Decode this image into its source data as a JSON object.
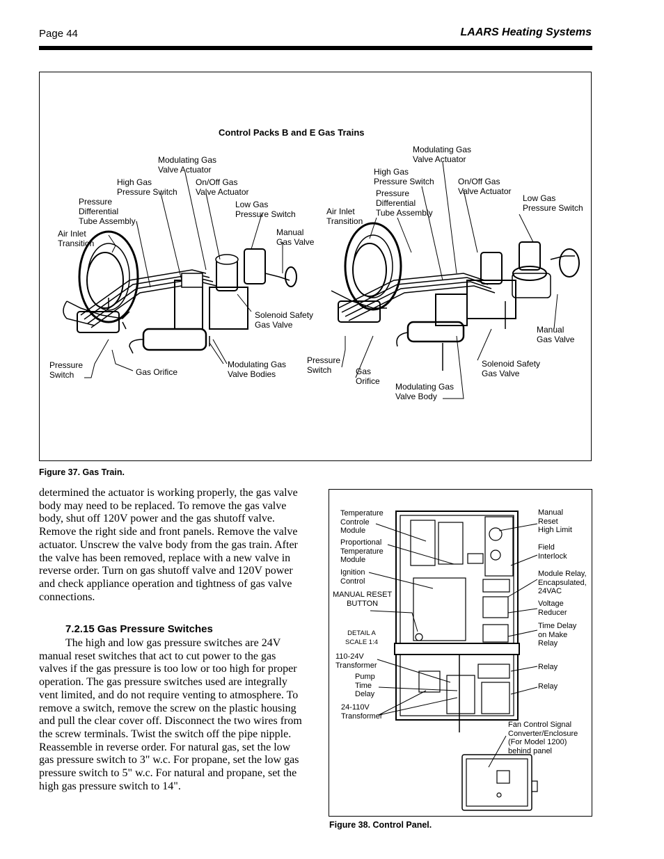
{
  "header": {
    "page_number": "Page 44",
    "brand": "LAARS Heating Systems"
  },
  "figure37": {
    "title": "Control Packs B and E Gas Trains",
    "caption": "Figure 37. Gas Train.",
    "left_labels": {
      "modulating_actuator": [
        "Modulating Gas",
        "Valve Actuator"
      ],
      "high_gas_switch": [
        "High Gas",
        "Pressure Switch"
      ],
      "onoff_actuator": [
        "On/Off Gas",
        "Valve Actuator"
      ],
      "diff_tube": [
        "Pressure",
        "Differential",
        "Tube Assembly"
      ],
      "low_gas_switch": [
        "Low Gas",
        "Pressure Switch"
      ],
      "air_inlet": [
        "Air Inlet",
        "Transition"
      ],
      "manual_valve": [
        "Manual",
        "Gas Valve"
      ],
      "solenoid": [
        "Solenoid Safety",
        "Gas Valve"
      ],
      "pressure_switch": [
        "Pressure",
        "Switch"
      ],
      "gas_orifice": "Gas Orifice",
      "valve_bodies": [
        "Modulating Gas",
        "Valve Bodies"
      ]
    },
    "right_labels": {
      "modulating_actuator": [
        "Modulating Gas",
        "Valve Actuator"
      ],
      "high_gas_switch": [
        "High Gas",
        "Pressure Switch"
      ],
      "onoff_actuator": [
        "On/Off Gas",
        "Valve Actuator"
      ],
      "diff_tube": [
        "Pressure",
        "Differential",
        "Tube Assembly"
      ],
      "low_gas_switch": [
        "Low Gas",
        "Pressure Switch"
      ],
      "air_inlet": [
        "Air Inlet",
        "Transition"
      ],
      "manual_valve": [
        "Manual",
        "Gas Valve"
      ],
      "solenoid": [
        "Solenoid Safety",
        "Gas Valve"
      ],
      "pressure_switch": [
        "Pressure",
        "Switch"
      ],
      "gas_orifice": [
        "Gas",
        "Orifice"
      ],
      "valve_body": [
        "Modulating Gas",
        "Valve Body"
      ]
    }
  },
  "body": {
    "paragraph1": "determined the actuator is working properly, the gas valve body may need to be replaced. To remove the gas valve body, shut off 120V power and the gas shutoff valve. Remove the right side and front panels. Remove the valve actuator. Unscrew the valve body from the gas train. After the valve has been removed, replace with a new valve in reverse order. Turn on gas shutoff valve and 120V power and check appliance operation and tightness of gas valve connections.",
    "section_heading": "7.2.15 Gas Pressure Switches",
    "paragraph2": "The high and low gas pressure switches are 24V manual reset switches that act to cut power to the gas valves if the gas pressure is too low or too high for proper operation. The gas pressure switches used are integrally vent limited, and do not require venting to atmosphere. To remove a switch, remove the screw on the plastic housing and pull the clear cover off. Disconnect the two wires from the screw terminals. Twist the switch off the pipe nipple. Reassemble in reverse order. For natural gas, set the low gas pressure switch to 3\" w.c. For propane, set the low gas pressure switch to 5\" w.c. For natural and propane, set the high gas pressure switch to 14\"."
  },
  "figure38": {
    "caption": "Figure 38. Control Panel.",
    "left_labels": {
      "temp_module": [
        "Temperature",
        "Controle",
        "Module"
      ],
      "prop_module": [
        "Proportional",
        "Temperature",
        "Module"
      ],
      "ignition": [
        "Ignition",
        "Control"
      ],
      "manual_reset_button": [
        "MANUAL RESET",
        "BUTTON"
      ],
      "detail": [
        "DETAIL A",
        "SCALE 1:4"
      ],
      "transformer_110_24": [
        "110-24V",
        "Transformer"
      ],
      "pump_delay": [
        "Pump",
        "Time",
        "Delay"
      ],
      "transformer_24_110": [
        "24-110V",
        "Transformer"
      ]
    },
    "right_labels": {
      "manual_reset_limit": [
        "Manual",
        "Reset",
        "High Limit"
      ],
      "field_interlock": [
        "Field",
        "Interlock"
      ],
      "module_relay": [
        "Module Relay,",
        "Encapsulated,",
        "24VAC"
      ],
      "voltage_reducer": [
        "Voltage",
        "Reducer"
      ],
      "time_delay_relay": [
        "Time Delay",
        "on Make",
        "Relay"
      ],
      "relay1": "Relay",
      "relay2": "Relay",
      "fan_control": [
        "Fan Control Signal",
        "Converter/Enclosure",
        "(For Model 1200)",
        "behind panel"
      ]
    }
  }
}
